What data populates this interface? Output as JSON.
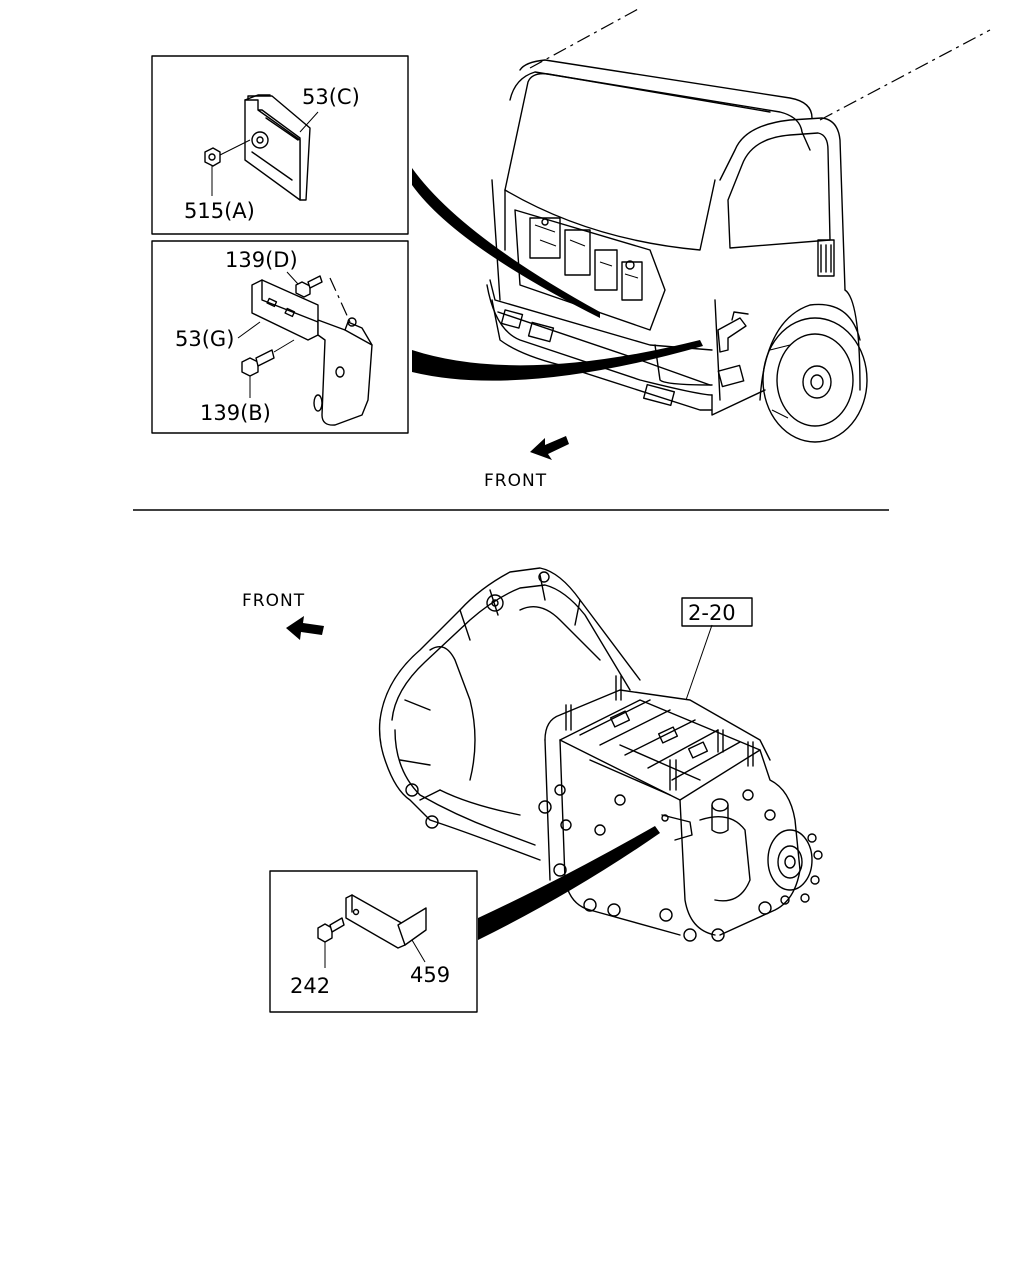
{
  "top_section": {
    "inset_c": {
      "part_label": "53(C)",
      "nut_label": "515(A)"
    },
    "inset_g": {
      "bolt_top_label": "139(D)",
      "bracket_label": "53(G)",
      "bolt_bottom_label": "139(B)"
    },
    "front_label": "FRONT"
  },
  "bottom_section": {
    "front_label": "FRONT",
    "assembly_ref": "2-20",
    "inset": {
      "bolt_label": "242",
      "bracket_label": "459"
    }
  },
  "icons": [
    "front-arrow-icon",
    "truck-cab-illustration",
    "transmission-illustration"
  ]
}
